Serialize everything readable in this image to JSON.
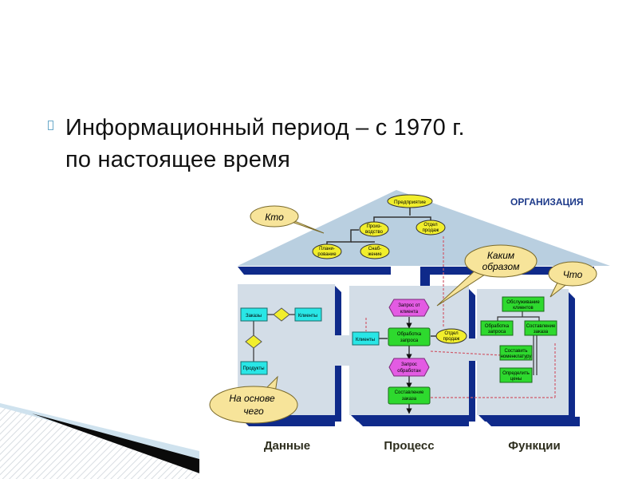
{
  "slide": {
    "bullet": {
      "icon": "hollow-square-bullet-icon",
      "line1": "Информационный период – с 1970 г.",
      "line2": "по настоящее время"
    }
  },
  "diagram": {
    "title": "ОРГАНИЗАЦИЯ",
    "colors": {
      "roof": "#b9cfe0",
      "panel": "#d3dde7",
      "frame": "#0f2a8a",
      "org_node": "#f1ee2c",
      "callout": "#f7e49a",
      "entity": "#29e6e6",
      "relation": "#f1ee2c",
      "event": "#e35be3",
      "function": "#2ed92e",
      "link_dotted": "#d05a6a"
    },
    "callouts": {
      "who": "Кто",
      "how": [
        "Каким",
        "образом"
      ],
      "what": "Что",
      "based_on": [
        "На основе",
        "чего"
      ]
    },
    "org_chart": {
      "root": "Предприятие",
      "level2": [
        [
          "Произ-",
          "водство"
        ],
        [
          "Отдел",
          "продаж"
        ]
      ],
      "level3": [
        [
          "Плани-",
          "рование"
        ],
        [
          "Снаб-",
          "жение"
        ]
      ]
    },
    "data_view": {
      "entities": [
        "Заказы",
        "Клиенты",
        "Продукты"
      ]
    },
    "process_view": {
      "events": [
        [
          "Запрос от",
          "клиента"
        ],
        [
          "Запрос",
          "обработан"
        ]
      ],
      "functions": [
        [
          "Обработка",
          "запроса"
        ],
        [
          "Составление",
          "заказа"
        ]
      ],
      "entity": "Клиенты",
      "org_unit": [
        "Отдел",
        "продаж"
      ]
    },
    "function_view": {
      "root": [
        "Обслуживание",
        "клиентов"
      ],
      "level2": [
        [
          "Обработка",
          "запроса"
        ],
        [
          "Составление",
          "заказа"
        ]
      ],
      "level3": [
        [
          "Составить",
          "номенклатуру"
        ],
        [
          "Определить",
          "цены"
        ]
      ]
    },
    "column_labels": [
      "Данные",
      "Процесс",
      "Функции"
    ]
  }
}
